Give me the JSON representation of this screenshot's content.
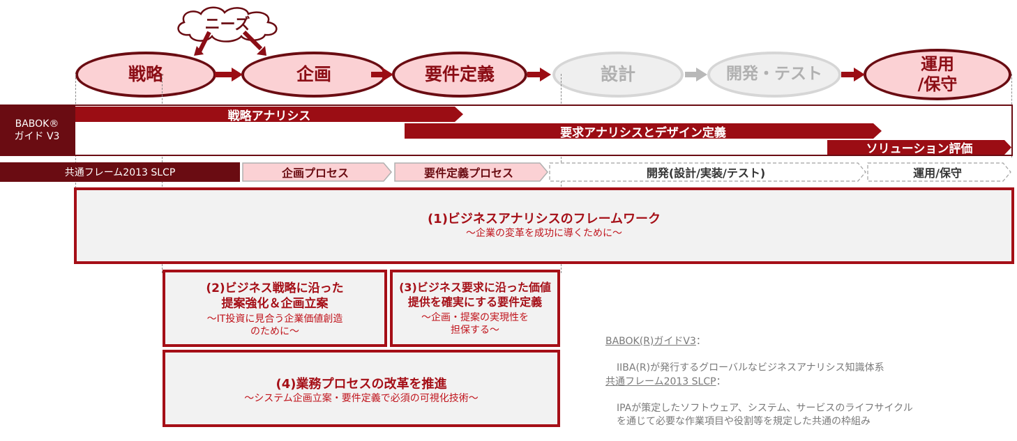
{
  "needs_cloud": {
    "label": "ニーズ"
  },
  "phases": [
    {
      "label": "戦略",
      "state": "active"
    },
    {
      "label": "企画",
      "state": "active"
    },
    {
      "label": "要件定義",
      "state": "active"
    },
    {
      "label": "設計",
      "state": "inactive"
    },
    {
      "label": "開発・テスト",
      "state": "inactive"
    },
    {
      "label": "運用\n/保守",
      "state": "active"
    }
  ],
  "babok": {
    "label": "BABOK®\nガイド V3",
    "bars": [
      {
        "label": "戦略アナリシス"
      },
      {
        "label": "要求アナリシスとデザイン定義"
      },
      {
        "label": "ソリューション評価"
      }
    ]
  },
  "slcp": {
    "label": "共通フレーム2013 SLCP",
    "processes": [
      {
        "label": "企画プロセス"
      },
      {
        "label": "要件定義プロセス"
      },
      {
        "label": "開発(設計/実装/テスト)"
      },
      {
        "label": "運用/保守"
      }
    ]
  },
  "frameworks": [
    {
      "title": "(1)ビジネスアナリシスのフレームワーク",
      "subtitle": "～企業の変革を成功に導くために～"
    },
    {
      "title": "(2)ビジネス戦略に沿った\n提案強化＆企画立案",
      "subtitle": "～IT投資に見合う企業価値創造\nのために～"
    },
    {
      "title": "(3)ビジネス要求に沿った価値\n提供を確実にする要件定義",
      "subtitle": "～企画・提案の実現性を\n担保する～"
    },
    {
      "title": "(4)業務プロセスの改革を推進",
      "subtitle": "～システム企画立案・要件定義で必須の可視化技術～"
    }
  ],
  "notes": [
    {
      "heading": "BABOK(R)ガイドV3",
      "colon": "：",
      "body": "IIBA(R)が発行するグローバルなビジネスアナリシス知識体系"
    },
    {
      "heading": "共通フレーム2013 SLCP",
      "colon": "：",
      "body": "IPAが策定したソフトウェア、システム、サービスのライフサイクル\nを通じて必要な作業項目や役割等を規定した共通の枠組み"
    }
  ],
  "colors": {
    "dark_red": "#6a0c12",
    "bar_red": "#9b0d14",
    "frame_red": "#a50f17",
    "pink": "#fbd1d4",
    "gray": "#efefef"
  }
}
